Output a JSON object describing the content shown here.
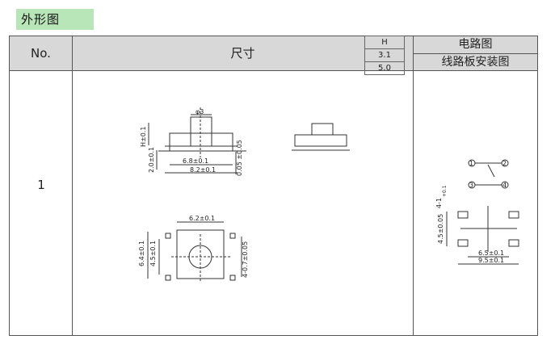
{
  "page_title": "外形图",
  "table": {
    "col_no": "No.",
    "col_size": "尺寸",
    "col_circuit": "电路图",
    "col_pcb": "线路板安装图",
    "row_no": "1"
  },
  "height_table": {
    "header": "H",
    "values": [
      "3.1",
      "5.0"
    ]
  },
  "side_view": {
    "phi": "φ3",
    "h_tol": "H±0.1",
    "two": "2.0±0.1",
    "w1": "6.8±0.1",
    "w2": "8.2±0.1",
    "t": "0.05 ±0.05"
  },
  "top_view": {
    "w": "6.2±0.1",
    "h1": "6.4±0.1",
    "h2": "4.5±0.1",
    "r": "4-0.7±0.05"
  },
  "circuit": {
    "pins": [
      "1",
      "2",
      "3",
      "4"
    ]
  },
  "pcb": {
    "pad": "4-1",
    "pad_tol": "+0.1",
    "v": "4.5±0.05",
    "w1": "6.5±0.1",
    "w2": "9.5±0.1"
  }
}
